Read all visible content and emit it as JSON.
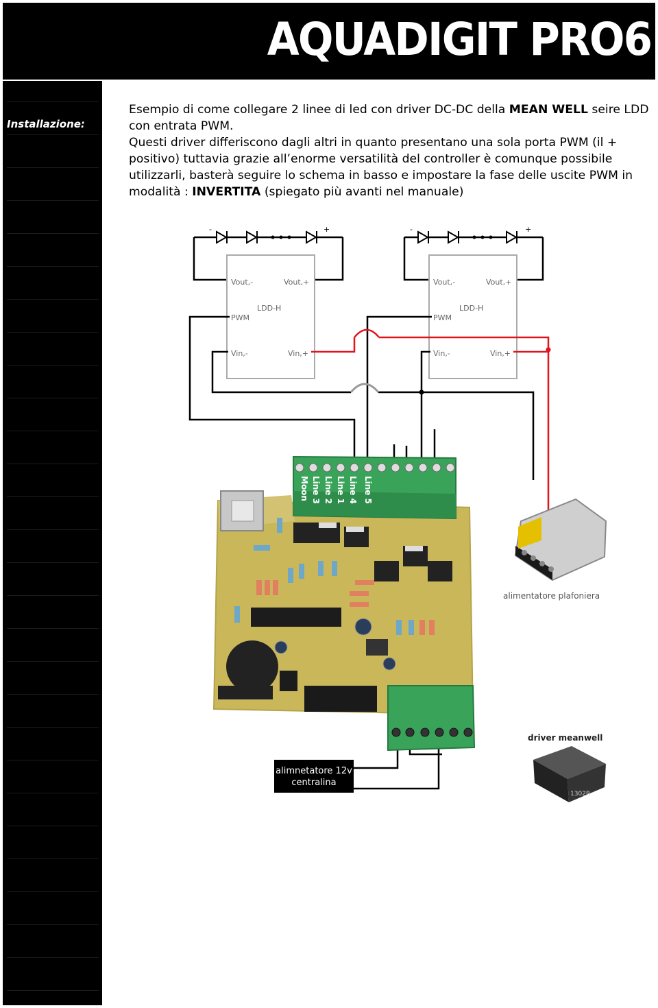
{
  "header": {
    "title": "AQUADIGIT PRO6"
  },
  "sidebar": {
    "label": "Installazione:"
  },
  "text": {
    "p1_pre": "Esempio di come collegare 2 linee di led con driver DC-DC della ",
    "p1_bold": "MEAN WELL",
    "p1_post": " seire LDD con entrata PWM.",
    "p2_pre": "Questi driver differiscono dagli altri in quanto presentano una sola porta PWM (il + positivo) tuttavia grazie all’enorme versatilità del controller è comunque possibile utilizzarli, basterà seguire lo schema in basso e impostare la fase delle uscite PWM in modalità : ",
    "p2_bold": "INVERTITA",
    "p2_post": " (spiegato più avanti nel manuale)"
  },
  "diagram": {
    "driver_left": {
      "model": "LDD-H",
      "vout_neg": "Vout,-",
      "vout_pos": "Vout,+",
      "pwm": "PWM",
      "vin_neg": "Vin,-",
      "vin_pos": "Vin,+"
    },
    "driver_right": {
      "model": "LDD-H",
      "vout_neg": "Vout,-",
      "vout_pos": "Vout,+",
      "pwm": "PWM",
      "vin_neg": "Vin,-",
      "vin_pos": "Vin,+"
    },
    "led_minus": "-",
    "led_plus": "+",
    "terminal_labels": [
      "Moon",
      "Line 3",
      "Line 2",
      "Line 1",
      "Line 4",
      "Line 5"
    ],
    "psu_label": "alimentatore plafoniera",
    "power_label_line1": "alimnetatore 12v",
    "power_label_line2": "centralina",
    "driver_photo_label": "driver meanwell",
    "driver_photo_model": "1302R",
    "colors": {
      "wire_black": "#000000",
      "wire_red": "#e0141e",
      "board": "#c9b75a",
      "terminal_green": "#3aa35a"
    }
  }
}
